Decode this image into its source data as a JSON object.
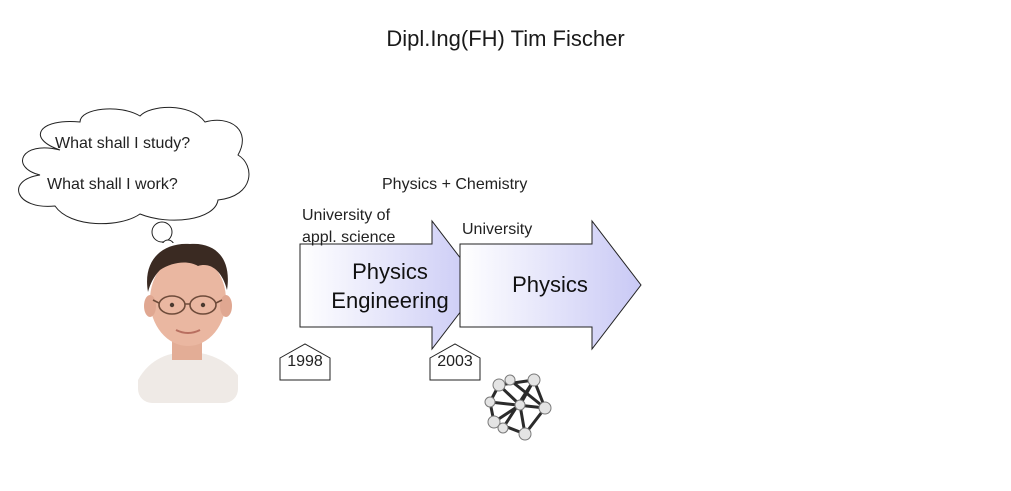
{
  "title": "Dipl.Ing(FH)  Tim Fischer",
  "thought_cloud": {
    "line1": "What shall I study?",
    "line2": "What shall I work?"
  },
  "top_label": "Physics + Chemistry",
  "stages": [
    {
      "caption_line1": "University of",
      "caption_line2": "appl. science",
      "label_line1": "Physics",
      "label_line2": "Engineering",
      "year": "1998"
    },
    {
      "caption_line1": "University",
      "label_line1": "Physics",
      "year": "2003"
    }
  ],
  "colors": {
    "arrow_fill_start": "#ffffff",
    "arrow_fill_end": "#c9c9f5",
    "stroke": "#222222"
  }
}
